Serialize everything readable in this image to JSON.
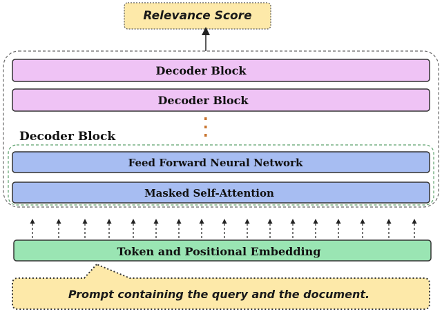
{
  "diagram": {
    "output_label": "Relevance Score",
    "stacked_blocks": [
      {
        "label": "Decoder Block"
      },
      {
        "label": "Decoder Block"
      }
    ],
    "detail_title": "Decoder Block",
    "ffn_label": "Feed Forward Neural Network",
    "attention_label": "Masked Self-Attention",
    "embedding_label": "Token and Positional Embedding",
    "prompt_label": "Prompt containing the query and the document."
  },
  "colors": {
    "output_fill": "#fde9a9",
    "decoder_fill": "#efc3f5",
    "sublayer_fill": "#a7bdf2",
    "embedding_fill": "#9ae5b3",
    "prompt_fill": "#fde9a9",
    "dots": "#c8742e"
  }
}
